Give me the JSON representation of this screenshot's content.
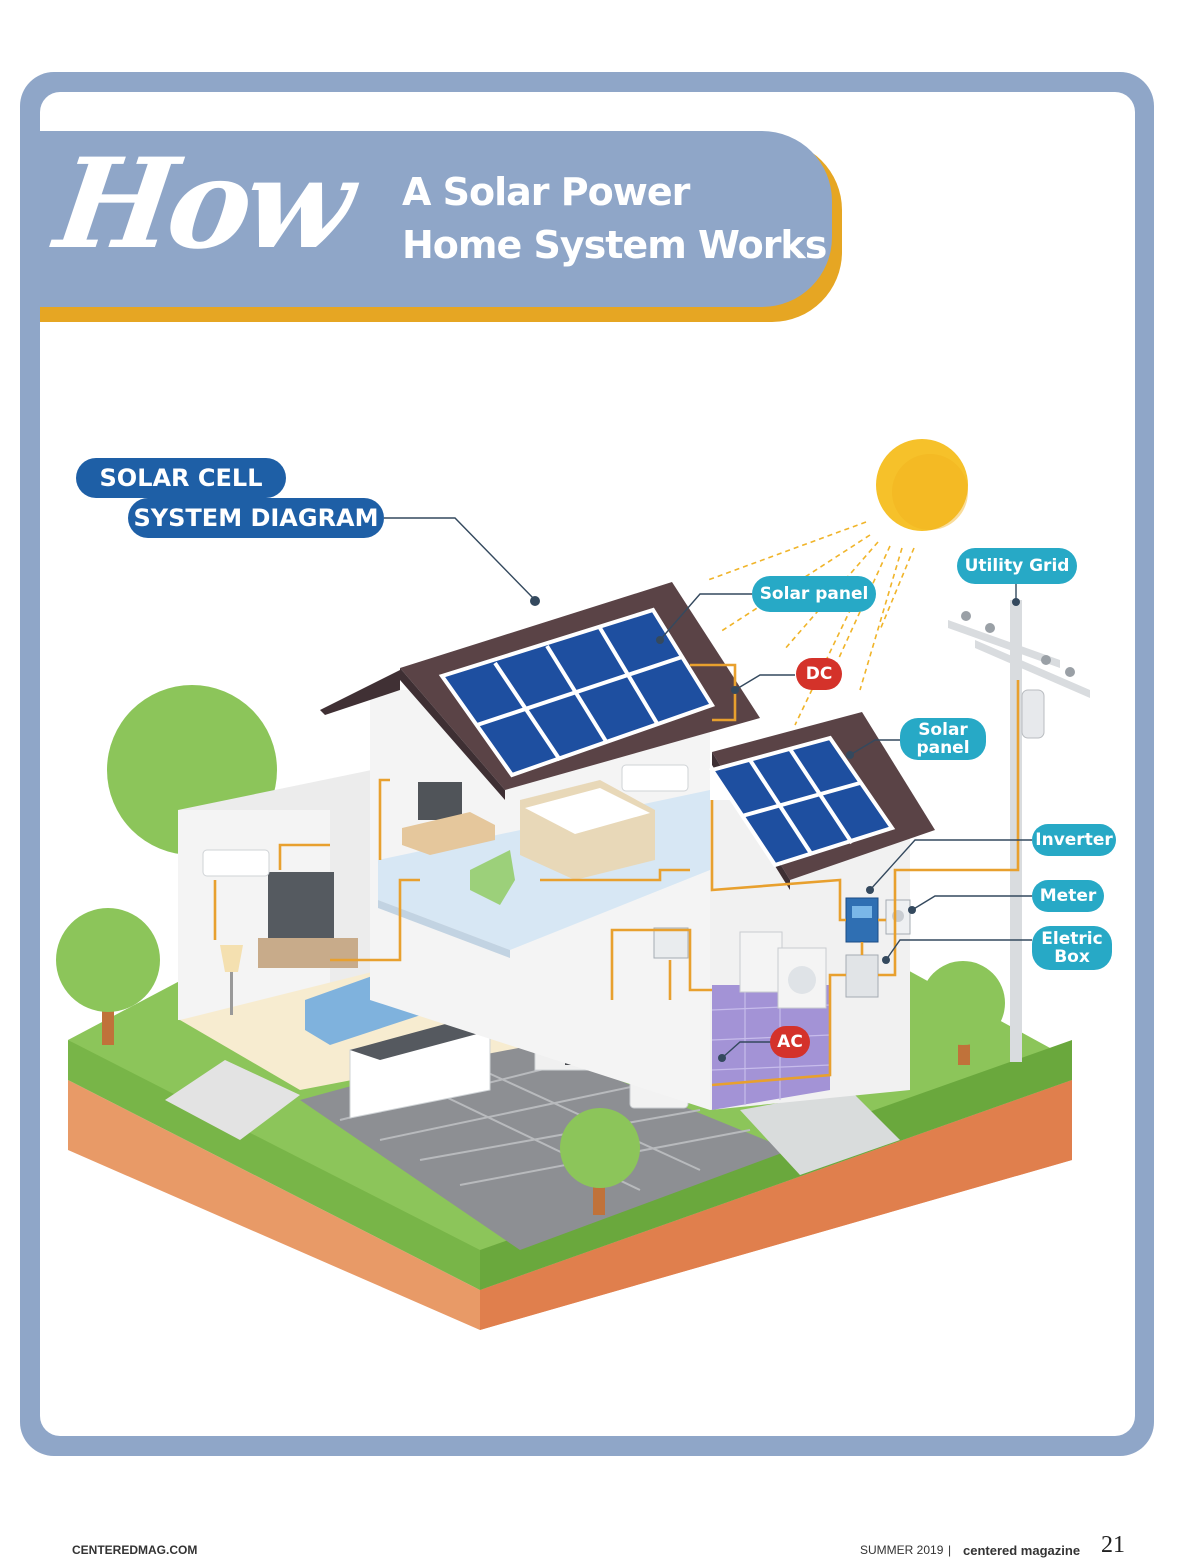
{
  "header": {
    "script_word": "How",
    "title_line1": "A Solar Power",
    "title_line2": "Home System Works"
  },
  "diagram": {
    "heading_line1": "SOLAR CELL",
    "heading_line2": "SYSTEM DIAGRAM",
    "labels": {
      "solar_panel_roof": "Solar panel",
      "dc": "DC",
      "solar_panel_lower_1": "Solar",
      "solar_panel_lower_2": "panel",
      "utility_grid": "Utility Grid",
      "inverter": "Inverter",
      "meter": "Meter",
      "electric_box_1": "Eletric",
      "electric_box_2": "Box",
      "ac": "AC"
    }
  },
  "footer": {
    "website": "CENTEREDMAG.COM",
    "issue": "SUMMER 2019",
    "separator": "|",
    "magazine": "centered magazine",
    "page_number": "21"
  },
  "colors": {
    "frame": "#8fa6c8",
    "banner_accent": "#e6a623",
    "label_teal": "#27a9c6",
    "label_red": "#d4322a",
    "label_navy": "#1e5fa6",
    "sun": "#f6c12a",
    "solar_panel": "#1e4fa0",
    "roof": "#5a4346",
    "grass": "#8cc55a",
    "soil": "#e89a67",
    "wire": "#e8a02e"
  }
}
